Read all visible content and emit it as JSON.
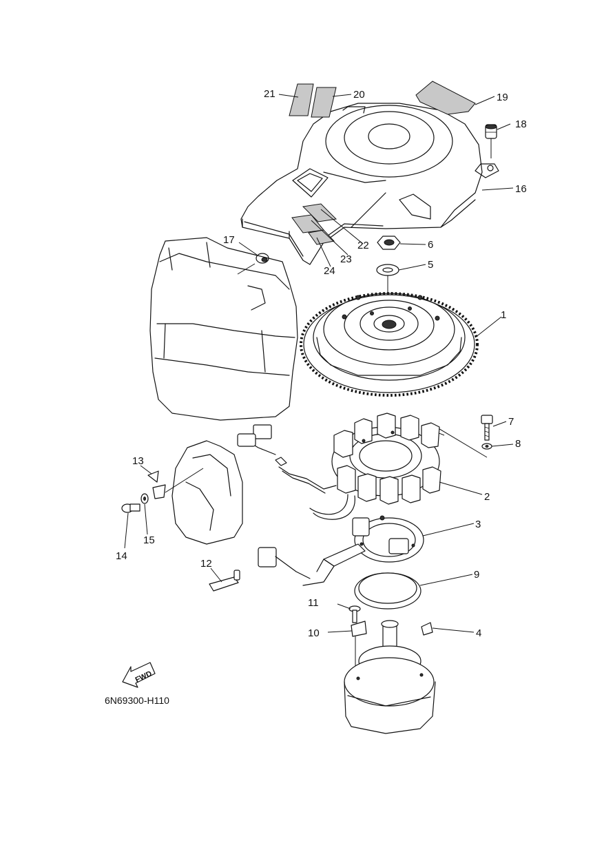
{
  "diagram": {
    "code": "6N69300-H110",
    "fwd_label": "FWD",
    "callouts": [
      "1",
      "2",
      "3",
      "4",
      "5",
      "6",
      "7",
      "8",
      "9",
      "10",
      "11",
      "12",
      "13",
      "14",
      "15",
      "16",
      "17",
      "18",
      "19",
      "20",
      "21",
      "22",
      "23",
      "24"
    ]
  }
}
